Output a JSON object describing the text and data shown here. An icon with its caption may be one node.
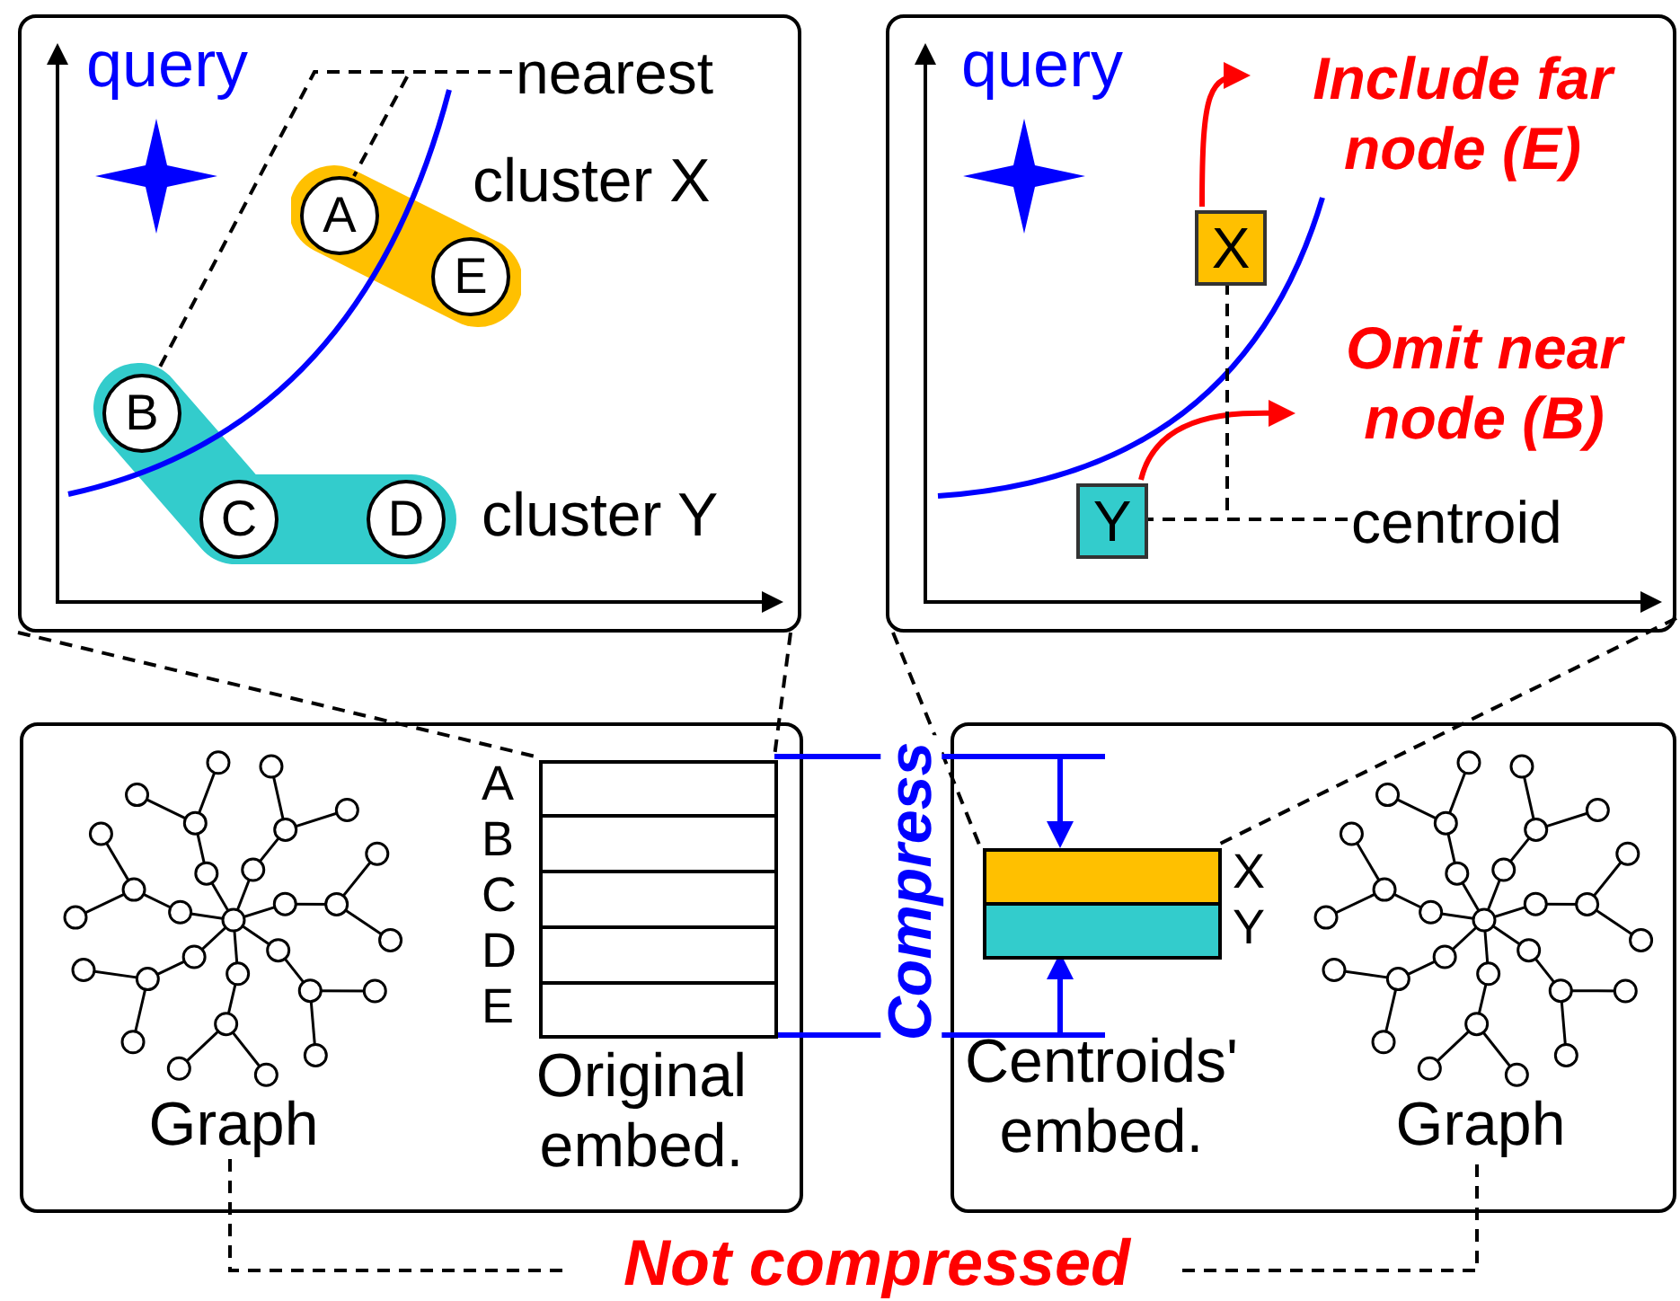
{
  "diagram": {
    "nodes": [
      {
        "text": [],
        "shape": "box"
      },
      {
        "text": [],
        "shape": "capsule",
        "in": 0,
        "beside": [
          "cluster X"
        ]
      },
      {
        "text": [],
        "shape": "capsule",
        "in": 0,
        "beside": [
          "cluster Y"
        ]
      },
      {
        "text": [
          "A"
        ],
        "in": 1
      },
      {
        "text": [
          "E"
        ],
        "in": 1
      },
      {
        "text": [
          "B"
        ],
        "in": 2
      },
      {
        "text": [
          "C"
        ],
        "in": 2
      },
      {
        "text": [
          "D"
        ],
        "in": 2
      },
      {
        "text": [
          "nearest"
        ],
        "in": 0
      },
      {
        "text": [],
        "shape": "box"
      },
      {
        "text": [
          "X"
        ],
        "in": 9
      },
      {
        "text": [
          "Y"
        ],
        "in": 9
      },
      {
        "text": [
          "Include far node (E)"
        ],
        "in": 9
      },
      {
        "text": [
          "Omit near node (B)"
        ],
        "in": 9
      },
      {
        "text": [
          "centroid"
        ],
        "in": 9
      },
      {
        "text": [],
        "shape": "box"
      },
      {
        "text": [
          "Graph"
        ],
        "in": 15
      },
      {
        "text": [],
        "shape": "table",
        "in": 15,
        "beside": [
          "Original embed."
        ]
      },
      {
        "text": [],
        "shape": "box"
      },
      {
        "text": [],
        "shape": "table",
        "in": 18,
        "beside": [
          "Centroids' embed."
        ]
      },
      {
        "text": [
          "Graph"
        ],
        "in": 18
      },
      {
        "text": [
          "Not compressed"
        ]
      }
    ],
    "edges": [
      {
        "from": 8,
        "to": 3,
        "arrow": "none",
        "style": "dashed"
      },
      {
        "from": 8,
        "to": 5,
        "arrow": "none",
        "style": "dashed"
      },
      {
        "from": 10,
        "to": 12,
        "arrow": "to",
        "color": "#ff0000"
      },
      {
        "from": 11,
        "to": 13,
        "arrow": "to",
        "color": "#ff0000"
      },
      {
        "from": 14,
        "to": 10,
        "arrow": "none",
        "style": "dashed"
      },
      {
        "from": 14,
        "to": 11,
        "arrow": "none",
        "style": "dashed"
      },
      {
        "from": 0,
        "to": 17,
        "arrow": "none",
        "style": "dashed"
      },
      {
        "from": 0,
        "to": 17,
        "arrow": "none",
        "style": "dashed"
      },
      {
        "from": 9,
        "to": 19,
        "arrow": "none",
        "style": "dashed"
      },
      {
        "from": 9,
        "to": 19,
        "arrow": "none",
        "style": "dashed"
      },
      {
        "from": 17,
        "to": 19,
        "arrow": "to",
        "color": "#0000ff"
      },
      {
        "from": 17,
        "to": 19,
        "arrow": "to",
        "color": "#0000ff"
      },
      {
        "from": 16,
        "to": 21,
        "arrow": "none",
        "style": "dashed"
      },
      {
        "from": 21,
        "to": 20,
        "arrow": "none",
        "style": "dashed"
      }
    ],
    "labels": [
      "query",
      "query",
      "A",
      "B",
      "C",
      "D",
      "E",
      "Compress",
      "X",
      "Y"
    ]
  }
}
